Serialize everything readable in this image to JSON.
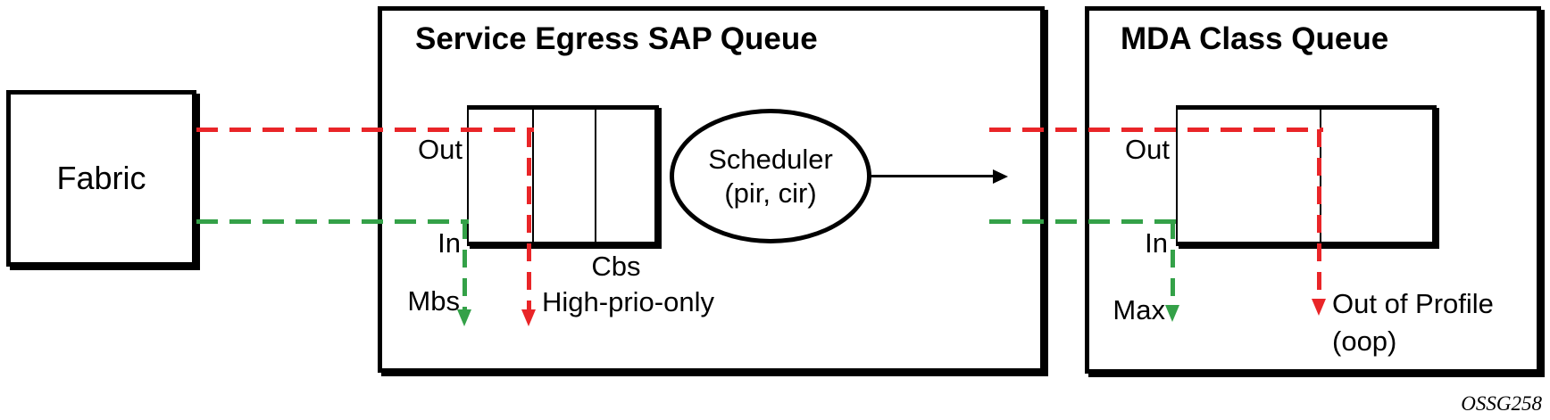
{
  "fabric": {
    "label": "Fabric"
  },
  "sap_queue": {
    "title": "Service Egress SAP Queue",
    "out": "Out",
    "in": "In",
    "cbs": "Cbs",
    "mbs": "Mbs",
    "high_prio": "High-prio-only"
  },
  "scheduler": {
    "name": "Scheduler",
    "params": "(pir, cir)"
  },
  "mda_queue": {
    "title": "MDA Class Queue",
    "out": "Out",
    "in": "In",
    "max": "Max",
    "oop_line1": "Out of Profile",
    "oop_line2": "(oop)"
  },
  "figure_id": "OSSG258",
  "colors": {
    "out_of_profile_red": "#E92528",
    "in_profile_green": "#34A148",
    "line_black": "#000000"
  }
}
